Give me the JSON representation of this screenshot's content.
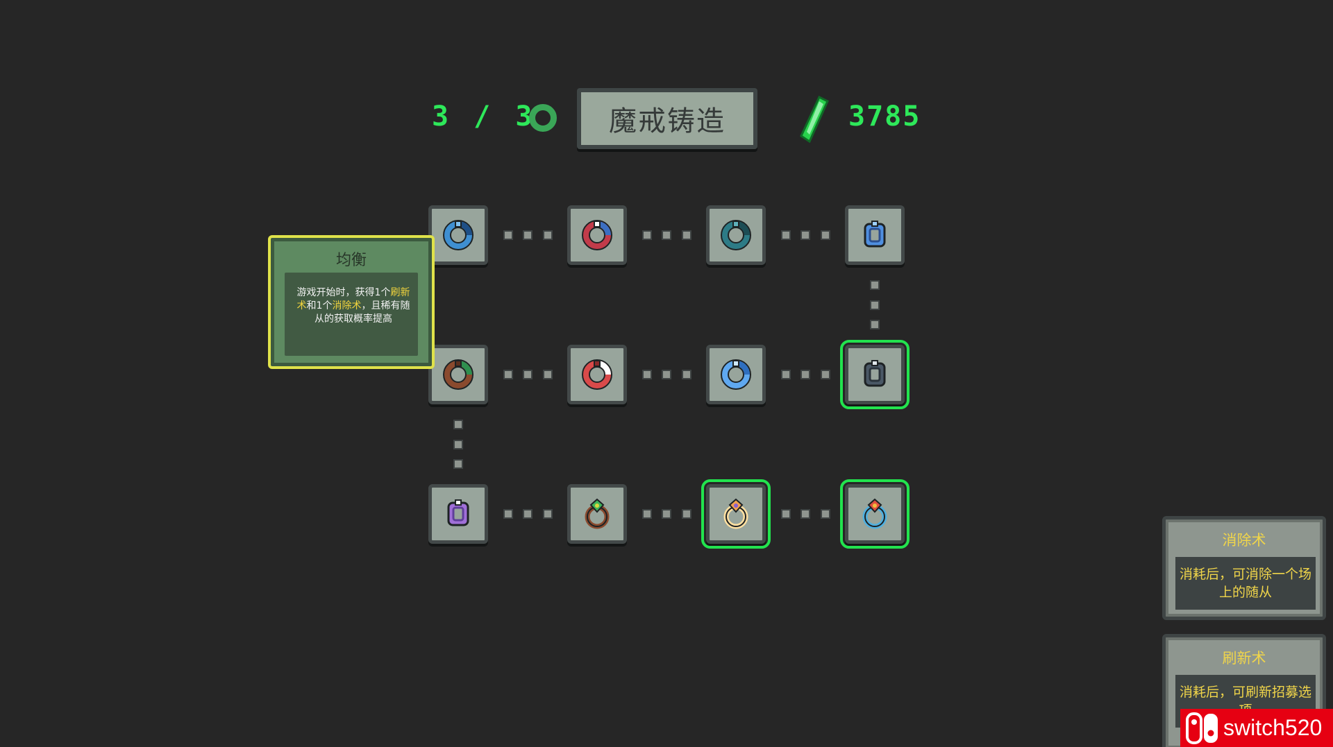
{
  "header": {
    "ring_count": "3 / 3",
    "title": "魔戒铸造",
    "currency_amount": "3785",
    "ring_icon": "ring-icon",
    "currency_icon": "green-crystal-icon"
  },
  "grid": {
    "rows": [
      [
        {
          "name": "blue-cross-ring",
          "selected": false,
          "colors": [
            "#3f8fd1",
            "#1e4f86",
            "#7fc0f0"
          ]
        },
        {
          "name": "red-blue-ring",
          "selected": false,
          "colors": [
            "#c23b4a",
            "#3b6fc2",
            "#ffffff"
          ]
        },
        {
          "name": "teal-spiral-ring",
          "selected": false,
          "colors": [
            "#2d7b86",
            "#1d4d55",
            "#5fb0bb"
          ]
        },
        {
          "name": "blue-amulet-ring",
          "selected": false,
          "colors": [
            "#4f8fe0",
            "#2b4f8f",
            "#9fd0ff"
          ]
        }
      ],
      [
        {
          "name": "green-brown-ring",
          "selected": false,
          "colors": [
            "#8a4a2e",
            "#2f8f4f",
            "#5a2f1e"
          ]
        },
        {
          "name": "red-white-ring",
          "selected": false,
          "colors": [
            "#d94a4a",
            "#ffffff",
            "#8a2a2a"
          ]
        },
        {
          "name": "sky-blue-ring",
          "selected": false,
          "colors": [
            "#5fa8f0",
            "#2f6fbf",
            "#cde8ff"
          ]
        },
        {
          "name": "grey-skull-ring",
          "selected": true,
          "colors": [
            "#4a5866",
            "#2a333b",
            "#dfe6ea"
          ]
        }
      ],
      [
        {
          "name": "purple-amulet-ring",
          "selected": false,
          "colors": [
            "#a06fd8",
            "#5f3f9a",
            "#ffffff"
          ]
        },
        {
          "name": "green-gem-ring",
          "selected": false,
          "colors": [
            "#3fb35a",
            "#d8d83f",
            "#8a4a2e"
          ]
        },
        {
          "name": "orange-purple-ring",
          "selected": true,
          "colors": [
            "#f0a050",
            "#8a5fd0",
            "#ffe0a0"
          ]
        },
        {
          "name": "rainbow-ring",
          "selected": true,
          "colors": [
            "#e0503f",
            "#f0c03f",
            "#4fb0e0"
          ]
        }
      ]
    ]
  },
  "tooltip": {
    "title": "均衡",
    "text_1": "游戏开始时，获得1个",
    "highlight_1": "刷新术",
    "text_2": "和1个",
    "highlight_2": "消除术",
    "text_3": "，且稀有随从的获取概率提高"
  },
  "side_cards": [
    {
      "title": "消除术",
      "body": "消耗后，可消除一个场上的随从"
    },
    {
      "title": "刷新术",
      "body": "消耗后，可刷新招募选项"
    }
  ],
  "watermark": {
    "text": "switch520",
    "icon": "switch-logo-icon"
  }
}
